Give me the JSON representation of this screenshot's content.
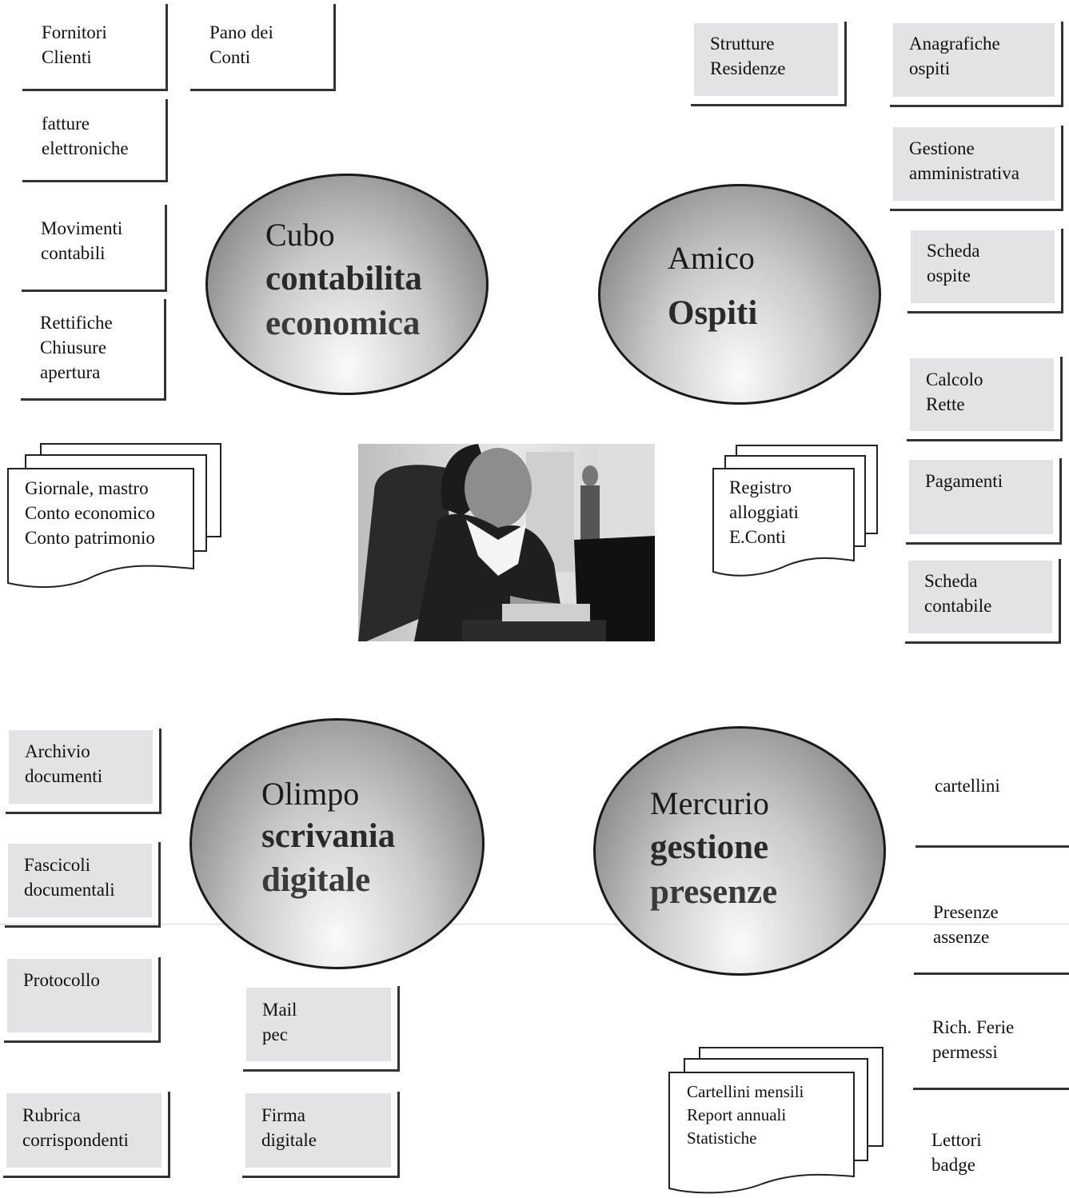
{
  "hubs": {
    "cubo": {
      "line1": "Cubo",
      "line2": "contabilita",
      "line3": "economica"
    },
    "amico": {
      "line1": "Amico",
      "line2": "Ospiti"
    },
    "olimpo": {
      "line1": "Olimpo",
      "line2": "scrivania",
      "line3": "digitale"
    },
    "mercurio": {
      "line1": "Mercurio",
      "line2": "gestione",
      "line3": "presenze"
    }
  },
  "boxes": {
    "fornitori": "Fornitori\nClienti",
    "piano_conti": "Pano dei\nConti",
    "fatture": "fatture\nelettroniche",
    "movimenti": "Movimenti\ncontabili",
    "rettifiche": "Rettifiche\nChiusure\napertura",
    "strutture": "Strutture\nResidenze",
    "anagrafiche": "Anagrafiche\nospiti",
    "gestione_amm": "Gestione\namministrativa",
    "scheda_ospite": "Scheda\nospite",
    "calcolo_rette": "Calcolo\nRette",
    "pagamenti": "Pagamenti",
    "scheda_contabile": "Scheda\ncontabile",
    "archivio": "Archivio\ndocumenti",
    "fascicoli": "Fascicoli\ndocumentali",
    "protocollo": "Protocollo",
    "rubrica": "Rubrica\ncorrispondenti",
    "mail": "Mail\npec",
    "firma": "Firma\ndigitale",
    "cartellini": "cartellini",
    "presenze": "Presenze\nassenze",
    "ferie": "Rich. Ferie\npermessi",
    "lettori": "Lettori\nbadge"
  },
  "documents": {
    "contabilita_reports": "Giornale, mastro\nConto economico\nConto patrimonio",
    "ospiti_reports": "Registro\nalloggiati\nE.Conti",
    "presenze_reports": "Cartellini mensili\nReport annuali\nStatistiche"
  },
  "photo": {
    "subject": "office-worker-at-computer"
  }
}
